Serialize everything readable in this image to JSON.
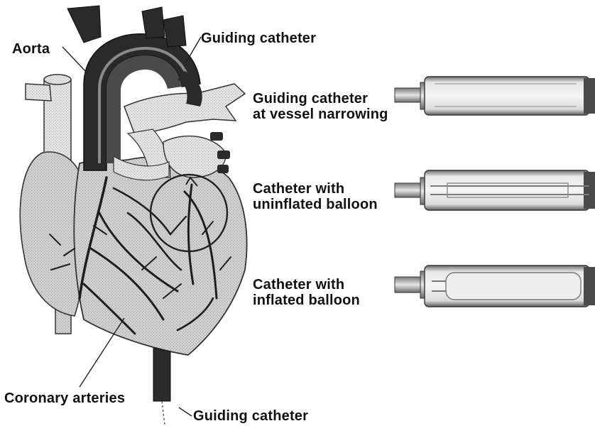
{
  "labels": {
    "aorta": "Aorta",
    "guiding_catheter_top": "Guiding catheter",
    "coronary_arteries": "Coronary arteries",
    "guiding_catheter_bottom": "Guiding catheter"
  },
  "stages": [
    {
      "line1": "Guiding catheter",
      "line2": "at vessel narrowing"
    },
    {
      "line1": "Catheter with",
      "line2": "uninflated balloon"
    },
    {
      "line1": "Catheter with",
      "line2": "inflated balloon"
    }
  ],
  "colors": {
    "heart_fill": "#c9c9c9",
    "dark_vessel": "#2a2a2a",
    "artery": "#1e1e1e",
    "tube_fill": "#d4d4d4"
  }
}
